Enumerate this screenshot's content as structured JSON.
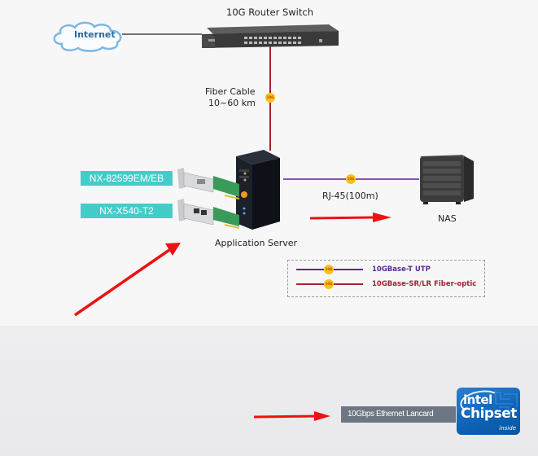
{
  "diagram": {
    "nodes": {
      "internet": "Internet",
      "router_switch": "10G Router Switch",
      "application_server": "Application Server",
      "nas": "NAS"
    },
    "links": {
      "fiber": {
        "label_line1": "Fiber Cable",
        "label_line2": "10~60 km",
        "badge": "10G",
        "color": "#a0252e"
      },
      "rj45": {
        "label": "RJ-45(100m)",
        "badge": "10G",
        "color": "#8a4fb0"
      }
    },
    "model_tags": [
      "NX-82599EM/EB",
      "NX-X540-T2"
    ],
    "model_tag_color": "#44cdc8",
    "legend": [
      {
        "label": "10GBase-T UTP",
        "color": "#5b2a8c",
        "badge": "10G"
      },
      {
        "label": "10GBase-SR/LR Fiber-optic",
        "color": "#a0252e",
        "badge": "10G"
      }
    ]
  },
  "annotation_arrows": {
    "color": "#ee1111",
    "count": 3
  },
  "footer": {
    "lancard_label": "10Gbps Ethernet Lancard",
    "intel_badge": {
      "brand": "intel",
      "product": "Chipset",
      "tagline": "inside"
    }
  }
}
